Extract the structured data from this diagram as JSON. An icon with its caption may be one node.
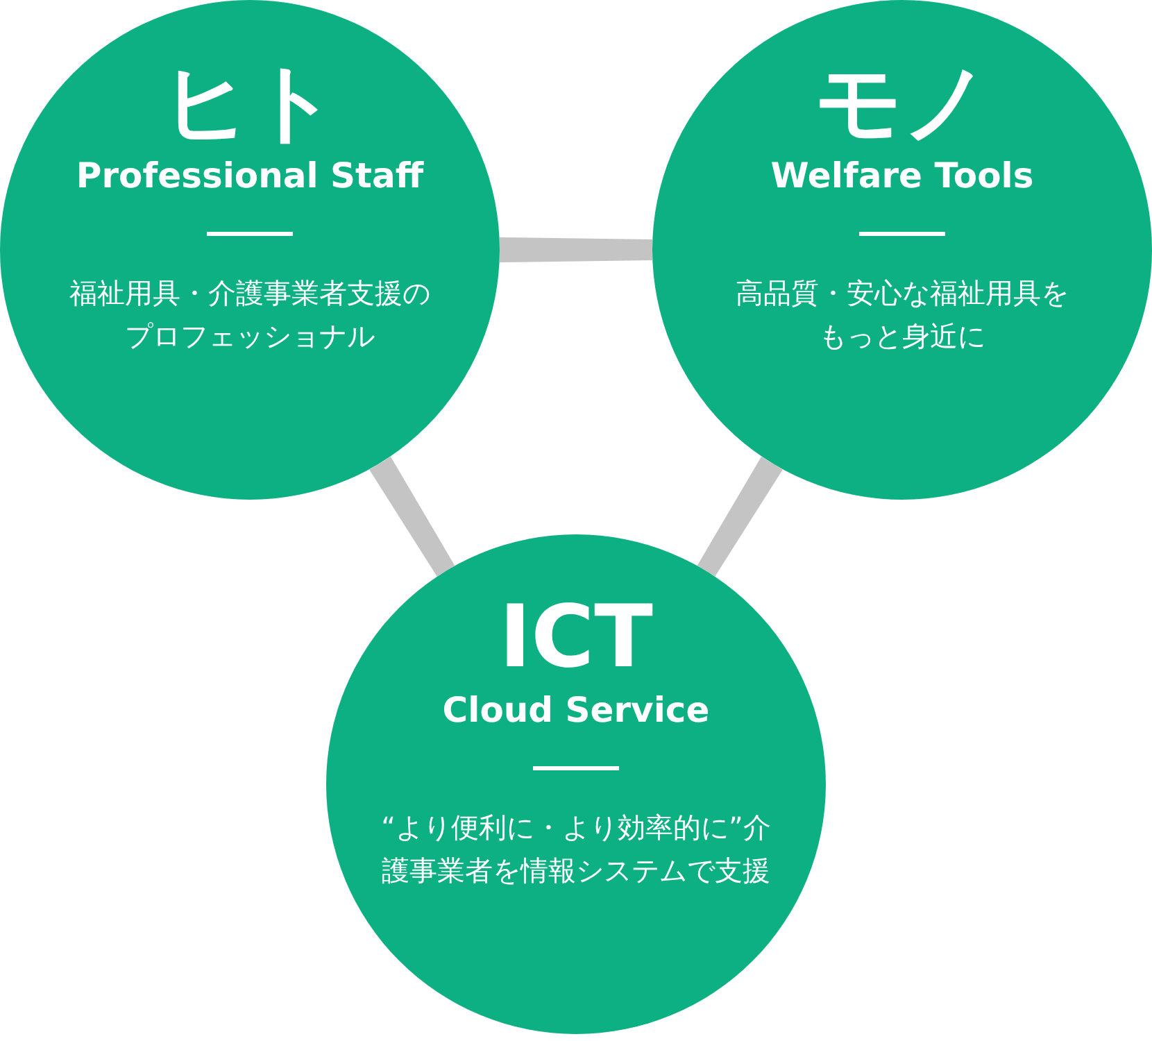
{
  "diagram": {
    "nodes": [
      {
        "text": [
          "ヒト",
          "Professional Staff",
          "福祉用具・介護事業者支援のプロフェッショナル"
        ]
      },
      {
        "text": [
          "モノ",
          "Welfare Tools",
          "高品質・安心な福祉用具をもっと身近に"
        ]
      },
      {
        "text": [
          "ICT",
          "Cloud Service",
          "“より便利に・より効率的に”介護事業者を情報システムで支援"
        ]
      }
    ],
    "edges": [
      {
        "from": 0,
        "to": 1,
        "arrow": "none"
      },
      {
        "from": 0,
        "to": 2,
        "arrow": "none"
      },
      {
        "from": 1,
        "to": 2,
        "arrow": "none"
      }
    ]
  }
}
